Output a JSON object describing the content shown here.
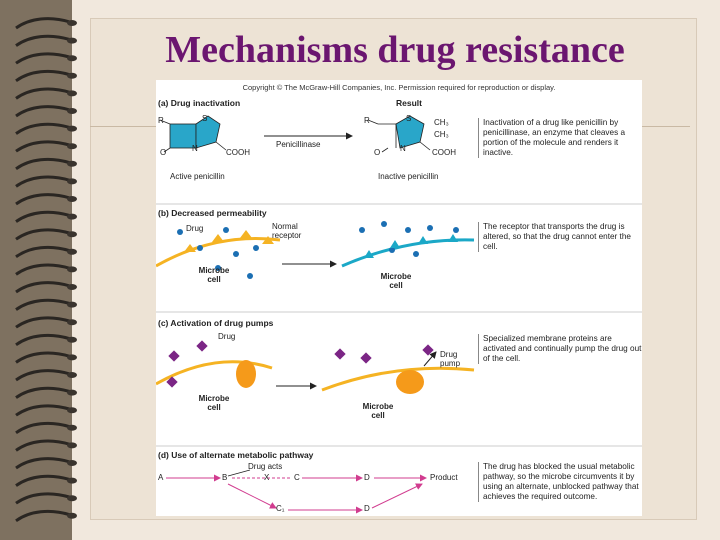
{
  "title": "Mechanisms drug resistance",
  "figure": {
    "copyright": "Copyright © The McGraw-Hill Companies, Inc. Permission required for reproduction or display.",
    "sections": {
      "a": {
        "title": "(a) Drug inactivation",
        "result_label": "Result",
        "enzyme": "Penicillinase",
        "active": "Active penicillin",
        "inactive": "Inactive penicillin",
        "chem": {
          "R": "R",
          "S": "S",
          "N": "N",
          "O": "O",
          "COOH": "COOH",
          "CH3a": "CH₃",
          "CH3b": "CH₃"
        },
        "description": "Inactivation of a drug like penicillin by penicillinase, an enzyme that cleaves a portion of the molecule and renders it inactive."
      },
      "b": {
        "title": "(b) Decreased permeability",
        "drug": "Drug",
        "receptor": "Normal receptor",
        "cell_left": "Microbe cell",
        "cell_right": "Microbe cell",
        "description": "The receptor that transports the drug is altered, so that the drug cannot enter the cell."
      },
      "c": {
        "title": "(c) Activation of drug pumps",
        "drug": "Drug",
        "pump": "Drug pump",
        "cell_left": "Microbe cell",
        "cell_right": "Microbe cell",
        "description": "Specialized membrane proteins are activated and continually pump the drug out of the cell."
      },
      "d": {
        "title": "(d) Use of alternate metabolic pathway",
        "drug_acts": "Drug acts",
        "nodes": {
          "A": "A",
          "B": "B",
          "X": "X",
          "C": "C",
          "D": "D",
          "Product": "Product",
          "C1": "C₁",
          "D2": "D"
        },
        "description": "The drug has blocked the usual metabolic pathway, so the microbe circumvents it by using an alternate, unblocked pathway that achieves the required outcome."
      }
    }
  },
  "colors": {
    "title": "#6b1670",
    "drug_dot": "#1b6fb3",
    "membrane": "#f5b323",
    "altered_membrane": "#1ba8c7",
    "pump_drug": "#7b2585",
    "pump": "#f59a1a",
    "pathway": "#d13c8f"
  }
}
